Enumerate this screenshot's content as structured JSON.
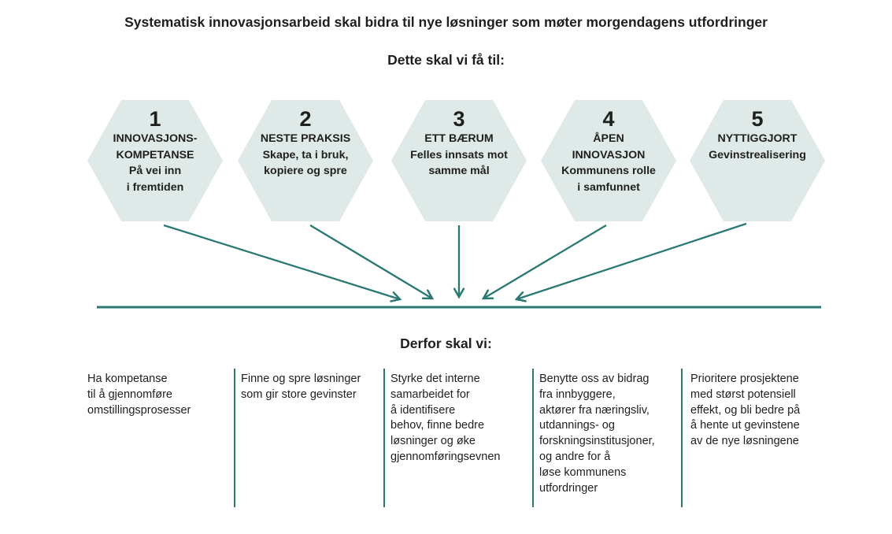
{
  "colors": {
    "accent_teal": "#287972",
    "hexagon_fill": "#dfe9e7",
    "text_dark": "#1f1f1f"
  },
  "header": {
    "title": "Systematisk innovasjonsarbeid skal bidra til nye løsninger som møter morgendagens utfordringer",
    "goal_heading": "Dette skal vi få til:"
  },
  "hexagons": [
    {
      "number": "1",
      "title": "INNOVASJONS-\nKOMPETANSE",
      "subtitle": "På vei inn\ni fremtiden"
    },
    {
      "number": "2",
      "title": "NESTE PRAKSIS",
      "subtitle": "Skape, ta i bruk,\nkopiere og spre"
    },
    {
      "number": "3",
      "title": "ETT BÆRUM",
      "subtitle": "Felles innsats mot\nsamme mål"
    },
    {
      "number": "4",
      "title": "ÅPEN\nINNOVASJON",
      "subtitle": "Kommunens rolle\ni samfunnet"
    },
    {
      "number": "5",
      "title": "NYTTIGGJORT",
      "subtitle": "Gevinstrealisering"
    }
  ],
  "derfor": {
    "heading": "Derfor skal vi:",
    "items": [
      "Ha kompetanse\ntil å gjennomføre\nomstillingsprosesser",
      "Finne og spre løsninger\nsom gir store gevinster",
      "Styrke det interne\nsamarbeidet for\nå  identifisere\nbehov, finne bedre\nløsninger og øke\ngjennomføringsevnen",
      "Benytte oss av bidrag\nfra innbyggere,\naktører fra næringsliv,\nutdannings- og\nforskningsinstitusjoner,\nog andre for å\nløse kommunens\nutfordringer",
      "Prioritere prosjektene\nmed størst potensiell\neffekt, og bli bedre på\nå hente ut gevinstene\nav de nye løsningene"
    ]
  }
}
